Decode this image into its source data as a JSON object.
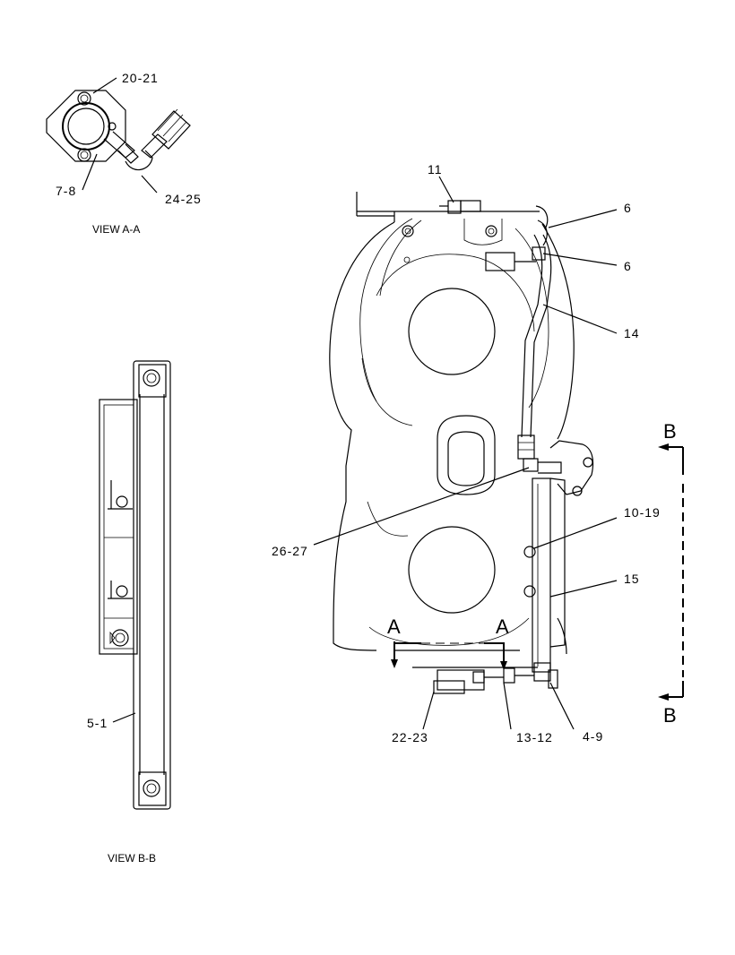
{
  "view_labels": {
    "view_a": "VIEW A-A",
    "view_b": "VIEW B-B"
  },
  "section_markers": {
    "a_left": "A",
    "a_right": "A",
    "b_top": "B",
    "b_bottom": "B"
  },
  "callouts": {
    "c20_21": "20-21",
    "c7_8": "7-8",
    "c24_25": "24-25",
    "c5_1": "5-1",
    "c11": "11",
    "c6_upper": "6",
    "c6_lower": "6",
    "c14": "14",
    "c10_19": "10-19",
    "c15": "15",
    "c26_27": "26-27",
    "c22_23": "22-23",
    "c13_12": "13-12",
    "c4_9": "4-9"
  }
}
